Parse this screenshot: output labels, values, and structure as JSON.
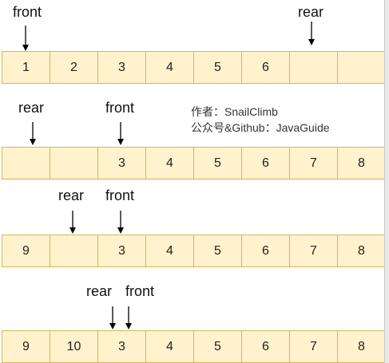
{
  "labels": {
    "front": "front",
    "rear": "rear"
  },
  "watermark": {
    "line1": "作者：SnailClimb",
    "line2": "公众号&Github：JavaGuide"
  },
  "rows": [
    {
      "cells": [
        "1",
        "2",
        "3",
        "4",
        "5",
        "6",
        "",
        ""
      ]
    },
    {
      "cells": [
        "",
        "",
        "3",
        "4",
        "5",
        "6",
        "7",
        "8"
      ]
    },
    {
      "cells": [
        "9",
        "",
        "3",
        "4",
        "5",
        "6",
        "7",
        "8"
      ]
    },
    {
      "cells": [
        "9",
        "10",
        "3",
        "4",
        "5",
        "6",
        "7",
        "8"
      ]
    }
  ]
}
